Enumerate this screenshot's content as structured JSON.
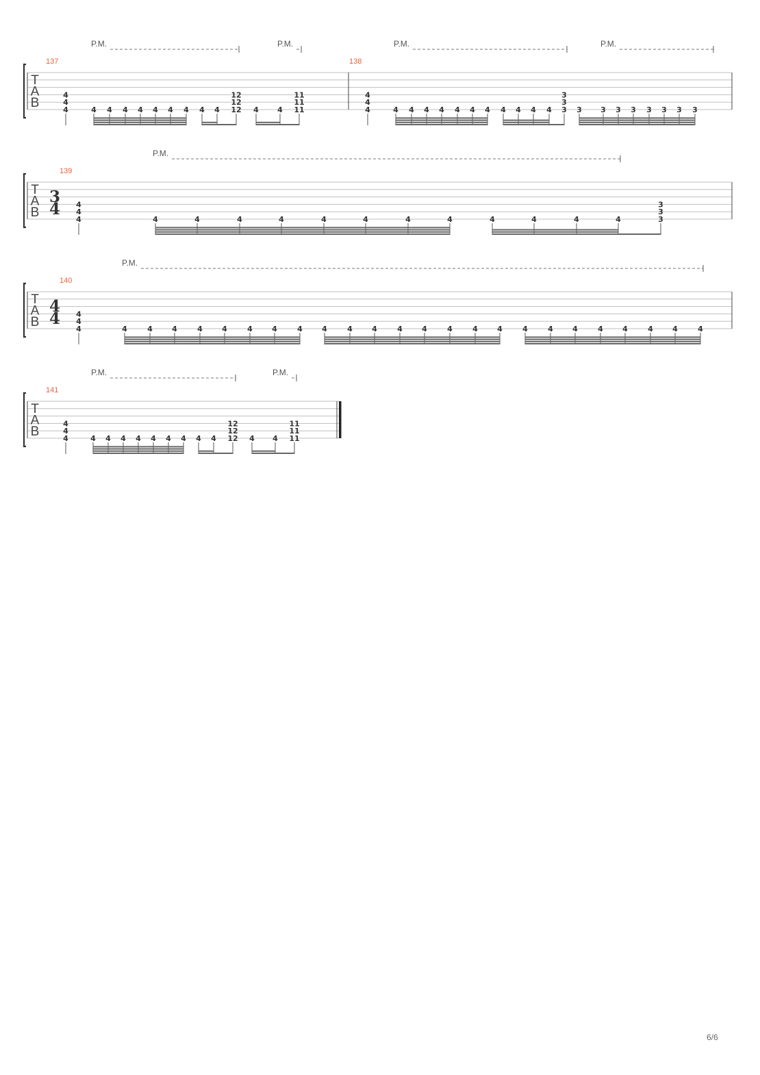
{
  "colors": {
    "measure_number": "#e8643c",
    "staff_line": "#bfbfbf",
    "ink": "#333333"
  },
  "palm_mute_label": "P.M.",
  "tab_letters": [
    "T",
    "A",
    "B"
  ],
  "page_number": "6/6",
  "systems": [
    {
      "measures": [
        {
          "number": "137",
          "time_signature": null,
          "palm_mutes": [
            {
              "label": "P.M."
            },
            {
              "label": "P.M."
            }
          ],
          "chords": [
            {
              "frets": [
                "4",
                "4",
                "4"
              ]
            },
            {
              "frets": [
                "4"
              ]
            },
            {
              "frets": [
                "4"
              ]
            },
            {
              "frets": [
                "4"
              ]
            },
            {
              "frets": [
                "4"
              ]
            },
            {
              "frets": [
                "4"
              ]
            },
            {
              "frets": [
                "4"
              ]
            },
            {
              "frets": [
                "4"
              ]
            },
            {
              "frets": [
                "4"
              ]
            },
            {
              "frets": [
                "4"
              ]
            },
            {
              "frets": [
                "12",
                "12",
                "12"
              ]
            },
            {
              "frets": [
                "4"
              ]
            },
            {
              "frets": [
                "4"
              ]
            },
            {
              "frets": [
                "11",
                "11",
                "11"
              ]
            }
          ]
        },
        {
          "number": "138",
          "time_signature": null,
          "palm_mutes": [
            {
              "label": "P.M."
            },
            {
              "label": "P.M."
            }
          ],
          "chords": [
            {
              "frets": [
                "4",
                "4",
                "4"
              ]
            },
            {
              "frets": [
                "4"
              ]
            },
            {
              "frets": [
                "4"
              ]
            },
            {
              "frets": [
                "4"
              ]
            },
            {
              "frets": [
                "4"
              ]
            },
            {
              "frets": [
                "4"
              ]
            },
            {
              "frets": [
                "4"
              ]
            },
            {
              "frets": [
                "4"
              ]
            },
            {
              "frets": [
                "4"
              ]
            },
            {
              "frets": [
                "4"
              ]
            },
            {
              "frets": [
                "4"
              ]
            },
            {
              "frets": [
                "4"
              ]
            },
            {
              "frets": [
                "3",
                "3",
                "3"
              ]
            },
            {
              "frets": [
                "3"
              ]
            },
            {
              "frets": [
                "3"
              ]
            },
            {
              "frets": [
                "3"
              ]
            },
            {
              "frets": [
                "3"
              ]
            },
            {
              "frets": [
                "3"
              ]
            },
            {
              "frets": [
                "3"
              ]
            },
            {
              "frets": [
                "3"
              ]
            },
            {
              "frets": [
                "3"
              ]
            }
          ]
        }
      ]
    },
    {
      "measures": [
        {
          "number": "139",
          "time_signature": [
            "3",
            "4"
          ],
          "palm_mutes": [
            {
              "label": "P.M."
            }
          ],
          "chords": [
            {
              "frets": [
                "4",
                "4",
                "4"
              ]
            },
            {
              "frets": [
                "4"
              ]
            },
            {
              "frets": [
                "4"
              ]
            },
            {
              "frets": [
                "4"
              ]
            },
            {
              "frets": [
                "4"
              ]
            },
            {
              "frets": [
                "4"
              ]
            },
            {
              "frets": [
                "4"
              ]
            },
            {
              "frets": [
                "4"
              ]
            },
            {
              "frets": [
                "4"
              ]
            },
            {
              "frets": [
                "4"
              ]
            },
            {
              "frets": [
                "4"
              ]
            },
            {
              "frets": [
                "4"
              ]
            },
            {
              "frets": [
                "4"
              ]
            },
            {
              "frets": [
                "3",
                "3",
                "3"
              ]
            }
          ]
        }
      ]
    },
    {
      "measures": [
        {
          "number": "140",
          "time_signature": [
            "4",
            "4"
          ],
          "palm_mutes": [
            {
              "label": "P.M."
            }
          ],
          "chords": [
            {
              "frets": [
                "4",
                "4",
                "4"
              ]
            },
            {
              "frets": [
                "4"
              ]
            },
            {
              "frets": [
                "4"
              ]
            },
            {
              "frets": [
                "4"
              ]
            },
            {
              "frets": [
                "4"
              ]
            },
            {
              "frets": [
                "4"
              ]
            },
            {
              "frets": [
                "4"
              ]
            },
            {
              "frets": [
                "4"
              ]
            },
            {
              "frets": [
                "4"
              ]
            },
            {
              "frets": [
                "4"
              ]
            },
            {
              "frets": [
                "4"
              ]
            },
            {
              "frets": [
                "4"
              ]
            },
            {
              "frets": [
                "4"
              ]
            },
            {
              "frets": [
                "4"
              ]
            },
            {
              "frets": [
                "4"
              ]
            },
            {
              "frets": [
                "4"
              ]
            },
            {
              "frets": [
                "4"
              ]
            },
            {
              "frets": [
                "4"
              ]
            },
            {
              "frets": [
                "4"
              ]
            },
            {
              "frets": [
                "4"
              ]
            },
            {
              "frets": [
                "4"
              ]
            },
            {
              "frets": [
                "4"
              ]
            },
            {
              "frets": [
                "4"
              ]
            },
            {
              "frets": [
                "4"
              ]
            },
            {
              "frets": [
                "4"
              ]
            }
          ]
        }
      ]
    },
    {
      "measures": [
        {
          "number": "141",
          "time_signature": null,
          "palm_mutes": [
            {
              "label": "P.M."
            },
            {
              "label": "P.M."
            }
          ],
          "chords": [
            {
              "frets": [
                "4",
                "4",
                "4"
              ]
            },
            {
              "frets": [
                "4"
              ]
            },
            {
              "frets": [
                "4"
              ]
            },
            {
              "frets": [
                "4"
              ]
            },
            {
              "frets": [
                "4"
              ]
            },
            {
              "frets": [
                "4"
              ]
            },
            {
              "frets": [
                "4"
              ]
            },
            {
              "frets": [
                "4"
              ]
            },
            {
              "frets": [
                "4"
              ]
            },
            {
              "frets": [
                "4"
              ]
            },
            {
              "frets": [
                "12",
                "12",
                "12"
              ]
            },
            {
              "frets": [
                "4"
              ]
            },
            {
              "frets": [
                "4"
              ]
            },
            {
              "frets": [
                "11",
                "11",
                "11"
              ]
            }
          ]
        }
      ]
    }
  ]
}
